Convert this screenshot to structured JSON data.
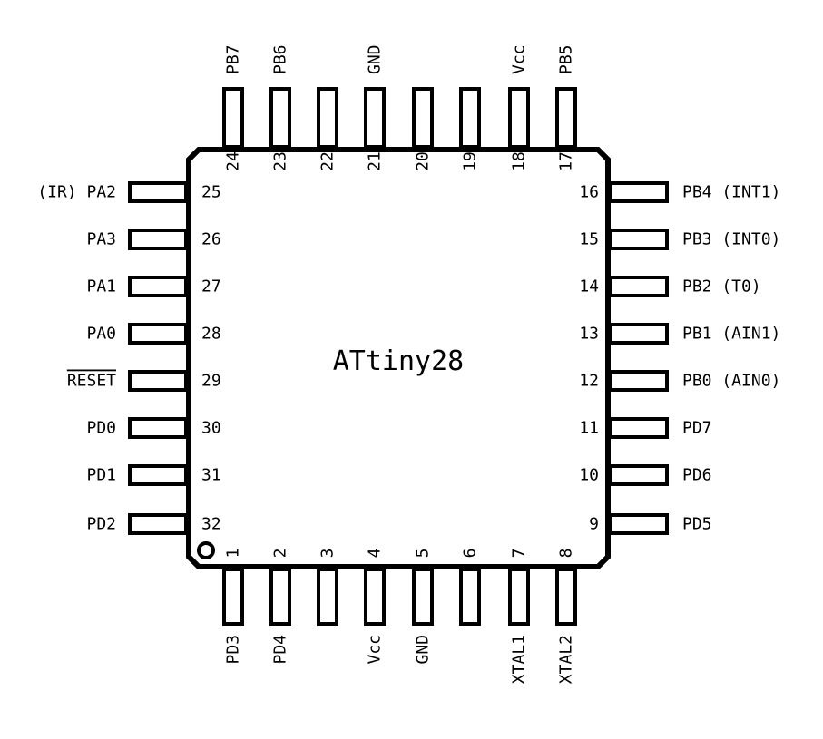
{
  "chip": {
    "name": "ATtiny28",
    "package": "32-pin quad flat",
    "pins": [
      {
        "num": "1",
        "name": "PD3"
      },
      {
        "num": "2",
        "name": "PD4"
      },
      {
        "num": "3",
        "name": ""
      },
      {
        "num": "4",
        "name": "Vcc"
      },
      {
        "num": "5",
        "name": "GND"
      },
      {
        "num": "6",
        "name": ""
      },
      {
        "num": "7",
        "name": "XTAL1"
      },
      {
        "num": "8",
        "name": "XTAL2"
      },
      {
        "num": "9",
        "name": "PD5"
      },
      {
        "num": "10",
        "name": "PD6"
      },
      {
        "num": "11",
        "name": "PD7"
      },
      {
        "num": "12",
        "name": "PB0 (AIN0)"
      },
      {
        "num": "13",
        "name": "PB1 (AIN1)"
      },
      {
        "num": "14",
        "name": "PB2 (T0)"
      },
      {
        "num": "15",
        "name": "PB3 (INT0)"
      },
      {
        "num": "16",
        "name": "PB4 (INT1)"
      },
      {
        "num": "17",
        "name": "PB5"
      },
      {
        "num": "18",
        "name": "Vcc"
      },
      {
        "num": "19",
        "name": ""
      },
      {
        "num": "20",
        "name": ""
      },
      {
        "num": "21",
        "name": "GND"
      },
      {
        "num": "22",
        "name": ""
      },
      {
        "num": "23",
        "name": "PB6"
      },
      {
        "num": "24",
        "name": "PB7"
      },
      {
        "num": "25",
        "name": "(IR) PA2"
      },
      {
        "num": "26",
        "name": "PA3"
      },
      {
        "num": "27",
        "name": "PA1"
      },
      {
        "num": "28",
        "name": "PA0"
      },
      {
        "num": "29",
        "name": "RESET",
        "overline": true
      },
      {
        "num": "30",
        "name": "PD0"
      },
      {
        "num": "31",
        "name": "PD1"
      },
      {
        "num": "32",
        "name": "PD2"
      }
    ]
  }
}
